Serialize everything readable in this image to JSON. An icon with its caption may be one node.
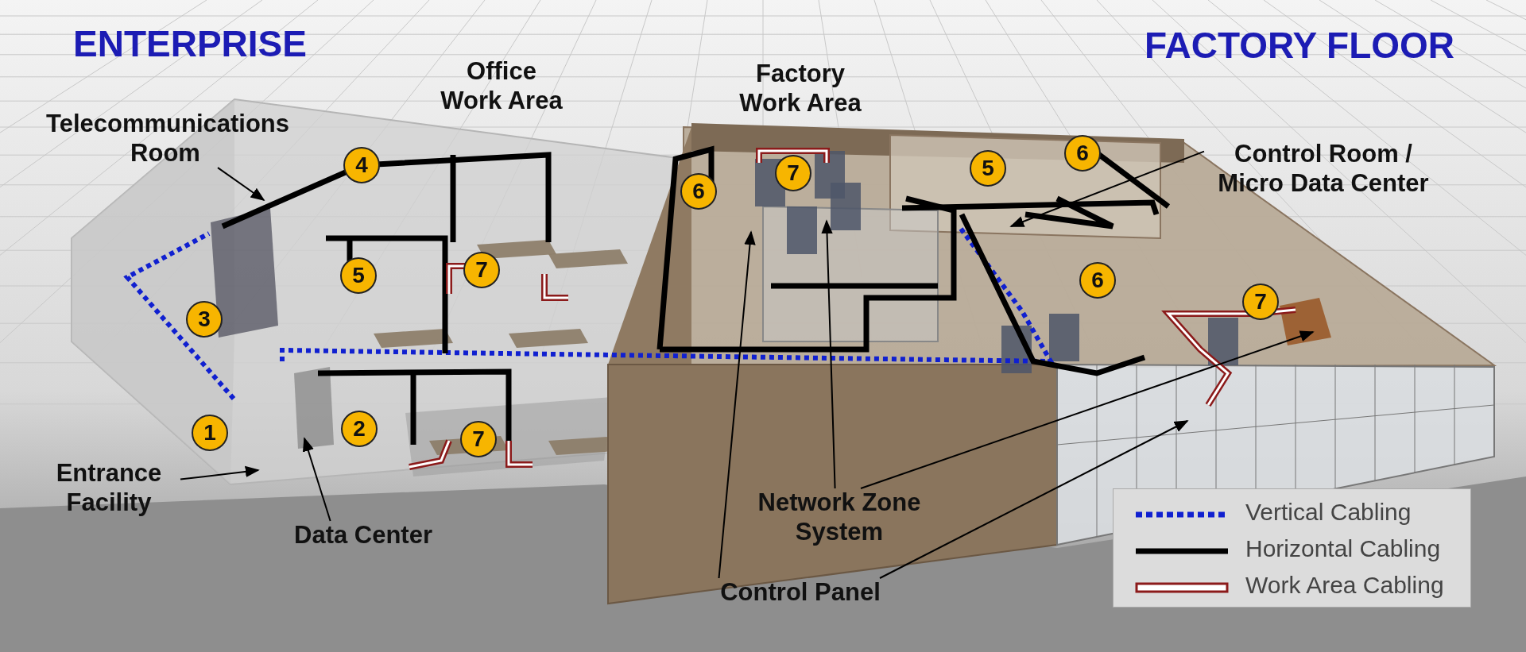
{
  "diagram": {
    "nodes": [
      {
        "text": [
          "Telecommunications Room"
        ]
      },
      {
        "text": [
          "Entrance Facility"
        ]
      },
      {
        "text": [
          "Data Center"
        ]
      },
      {
        "text": [
          "Network Zone System"
        ]
      },
      {
        "text": [
          "Control Panel"
        ]
      },
      {
        "text": [
          "Control Room / Micro Data Center"
        ]
      }
    ],
    "edges": [
      {
        "from": 0,
        "to": null,
        "arrow": "to"
      },
      {
        "from": 1,
        "to": null,
        "arrow": "to"
      },
      {
        "from": 2,
        "to": null,
        "arrow": "to"
      },
      {
        "from": 3,
        "to": null,
        "arrow": "to"
      },
      {
        "from": 3,
        "to": null,
        "arrow": "to"
      },
      {
        "from": 4,
        "to": null,
        "arrow": "to"
      },
      {
        "from": 4,
        "to": null,
        "arrow": "to"
      },
      {
        "from": 5,
        "to": null,
        "arrow": "to"
      }
    ],
    "labels": [
      "ENTERPRISE",
      "FACTORY FLOOR",
      "Office Work Area",
      "Factory Work Area",
      "6",
      "4",
      "5",
      "7",
      "6",
      "7",
      "5",
      "6",
      "7",
      "3",
      "2",
      "7",
      "1"
    ],
    "legend": [
      {
        "text": "Vertical Cabling"
      },
      {
        "text": "Horizontal Cabling"
      },
      {
        "text": "Work Area Cabling"
      }
    ]
  }
}
